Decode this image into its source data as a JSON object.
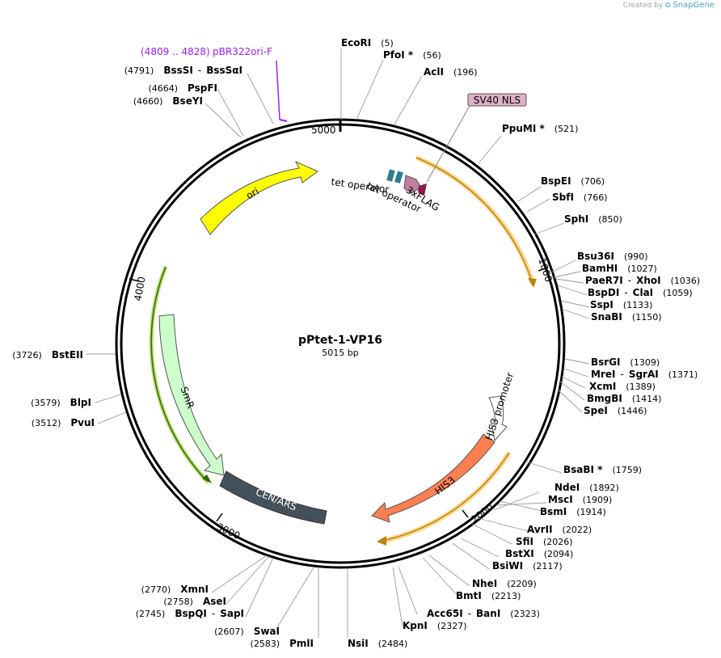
{
  "credit": {
    "prefix": "Created by",
    "brand": "SnapGene",
    "logo_icon": "snapgene-logo-icon"
  },
  "plasmid": {
    "name": "pPtet-1-VP16",
    "size": "5015 bp"
  },
  "ticks": [
    "5000",
    "1000",
    "2000",
    "3000",
    "4000"
  ],
  "sites": {
    "ecori": {
      "name": "EcoRI",
      "pos": "(5)"
    },
    "pfoi": {
      "name": "PfoI *",
      "pos": "(56)"
    },
    "acli": {
      "name": "AclI",
      "pos": "(196)"
    },
    "ppumi": {
      "name": "PpuMI *",
      "pos": "(521)"
    },
    "bspei": {
      "name": "BspEI",
      "pos": "(706)"
    },
    "sbfi": {
      "name": "SbfI",
      "pos": "(766)"
    },
    "sphi": {
      "name": "SphI",
      "pos": "(850)"
    },
    "bsu36i": {
      "name": "Bsu36I",
      "pos": "(990)"
    },
    "bamhi": {
      "name": "BamHI",
      "pos": "(1027)"
    },
    "paer7i": {
      "name": "PaeR7I",
      "sep": "-",
      "name2": "XhoI",
      "pos": "(1036)"
    },
    "bspdi": {
      "name": "BspDI",
      "sep": "-",
      "name2": "ClaI",
      "pos": "(1059)"
    },
    "sspi": {
      "name": "SspI",
      "pos": "(1133)"
    },
    "snabi": {
      "name": "SnaBI",
      "pos": "(1150)"
    },
    "bsrgi": {
      "name": "BsrGI",
      "pos": "(1309)"
    },
    "mrei": {
      "name": "MreI",
      "sep": "-",
      "name2": "SgrAI",
      "pos": "(1371)"
    },
    "xcmi": {
      "name": "XcmI",
      "pos": "(1389)"
    },
    "bmgbi": {
      "name": "BmgBI",
      "pos": "(1414)"
    },
    "spei": {
      "name": "SpeI",
      "pos": "(1446)"
    },
    "bsabi": {
      "name": "BsaBI *",
      "pos": "(1759)"
    },
    "ndei": {
      "name": "NdeI",
      "pos": "(1892)"
    },
    "msci": {
      "name": "MscI",
      "pos": "(1909)"
    },
    "bsmi": {
      "name": "BsmI",
      "pos": "(1914)"
    },
    "avrii": {
      "name": "AvrII",
      "pos": "(2022)"
    },
    "sfii": {
      "name": "SfiI",
      "pos": "(2026)"
    },
    "bstxi": {
      "name": "BstXI",
      "pos": "(2094)"
    },
    "bsiwi": {
      "name": "BsiWI",
      "pos": "(2117)"
    },
    "nhei": {
      "name": "NheI",
      "pos": "(2209)"
    },
    "bmti": {
      "name": "BmtI",
      "pos": "(2213)"
    },
    "acc65i": {
      "name": "Acc65I",
      "sep": "-",
      "name2": "BanI",
      "pos": "(2323)"
    },
    "kpni": {
      "name": "KpnI",
      "pos": "(2327)"
    },
    "nsii": {
      "name": "NsiI",
      "pos": "(2484)"
    },
    "pmli": {
      "name": "PmlI",
      "pos": "(2583)"
    },
    "swai": {
      "name": "SwaI",
      "pos": "(2607)"
    },
    "bspqi": {
      "name": "BspQI",
      "sep": "-",
      "name2": "SapI",
      "pos": "(2745)"
    },
    "asei": {
      "name": "AseI",
      "pos": "(2758)"
    },
    "xmni": {
      "name": "XmnI",
      "pos": "(2770)"
    },
    "pvui": {
      "name": "PvuI",
      "pos": "(3512)"
    },
    "blpi": {
      "name": "BlpI",
      "pos": "(3579)"
    },
    "bsteii": {
      "name": "BstEII",
      "pos": "(3726)"
    },
    "bseyi": {
      "name": "BseYI",
      "pos": "(4660)"
    },
    "pspfi": {
      "name": "PspFI",
      "pos": "(4664)"
    },
    "bsssi": {
      "name": "BssSI",
      "sep": "-",
      "name2": "BssSαI",
      "pos": "(4791)"
    }
  },
  "primer": {
    "range": "(4809 .. 4828)",
    "name": "pBR322ori-F"
  },
  "features": {
    "sv40": "SV40 NLS",
    "tet_operator_1": "tet operator",
    "tet_operator_2": "tet operator",
    "flag": "3xFLAG",
    "ori": "ori",
    "smr": "SmR",
    "cen_ars": "CEN/ARS",
    "his3": "HIS3",
    "his3_promoter": "HIS3 promoter"
  },
  "colors": {
    "ori": "#ffff00",
    "smr": "#ccffcc",
    "cen_ars": "#44505a",
    "his3": "#ff7f50",
    "sv40": "#dfb0c8",
    "tet": "#2e7d8c",
    "flag": "#8b1a4a",
    "orf": "#ffd080",
    "primer": "#a020f0"
  }
}
